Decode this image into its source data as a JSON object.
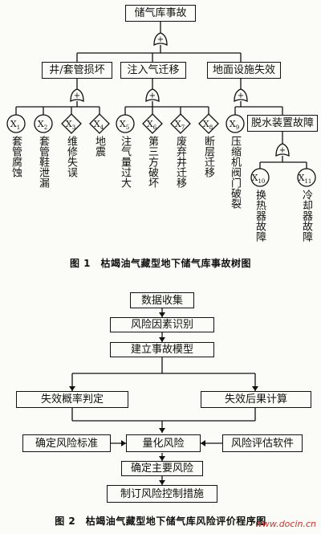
{
  "fig1": {
    "top_event": "储气库事故",
    "mid_events": [
      "井/套管损坏",
      "注入气迁移",
      "地面设施失效"
    ],
    "sub_event": "脱水装置故障",
    "gate_symbol": "+",
    "basic_events": [
      {
        "symbol": "X",
        "sub": "1",
        "label": "套管腐蚀",
        "shape": "circle"
      },
      {
        "symbol": "X",
        "sub": "2",
        "label": "套管鞋泄漏",
        "shape": "circle"
      },
      {
        "symbol": "X",
        "sub": "3",
        "label": "维修失误",
        "shape": "diamond"
      },
      {
        "symbol": "X",
        "sub": "4",
        "label": "地震",
        "shape": "diamond"
      },
      {
        "symbol": "X",
        "sub": "5",
        "label": "注气量过大",
        "shape": "circle"
      },
      {
        "symbol": "X",
        "sub": "6",
        "label": "第三方破坏",
        "shape": "diamond"
      },
      {
        "symbol": "X",
        "sub": "7",
        "label": "废弃井迁移",
        "shape": "diamond"
      },
      {
        "symbol": "X",
        "sub": "8",
        "label": "断层迁移",
        "shape": "diamond"
      },
      {
        "symbol": "X",
        "sub": "9",
        "label": "压缩机阀门破裂",
        "shape": "circle"
      },
      {
        "symbol": "X",
        "sub": "10",
        "label": "换热器故障",
        "shape": "circle"
      },
      {
        "symbol": "X",
        "sub": "11",
        "label": "冷却器故障",
        "shape": "circle"
      }
    ],
    "caption": "图 1　枯竭油气藏型地下储气库事故树图"
  },
  "fig2": {
    "steps": {
      "s1": "数据收集",
      "s2": "风险因素识别",
      "s3": "建立事故模型",
      "s4a": "失效概率判定",
      "s4b": "失效后果计算",
      "s5l": "确定风险标准",
      "s5": "量化风险",
      "s5r": "风险评估软件",
      "s6": "确定主要风险",
      "s7": "制订风险控制措施"
    },
    "caption": "图 2　枯竭油气藏型地下储气库风险评价程序图"
  },
  "watermark": "www.docin.cn"
}
